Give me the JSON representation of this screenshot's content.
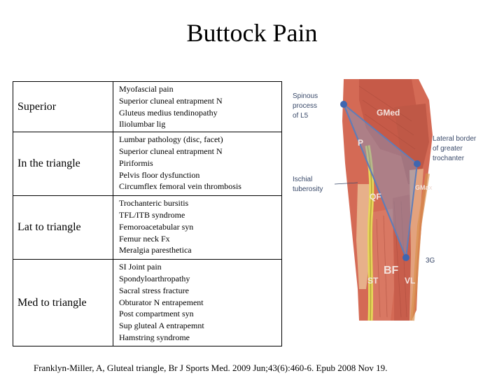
{
  "title": "Buttock Pain",
  "rows": [
    {
      "region": "Superior",
      "conditions": [
        "Myofascial pain",
        "Superior cluneal entrapment N",
        "Gluteus medius tendinopathy",
        "Iliolumbar lig"
      ]
    },
    {
      "region": "In the triangle",
      "conditions": [
        "Lumbar pathology (disc, facet)",
        "Superior cluneal entrapment N",
        "Piriformis",
        "Pelvis floor dysfunction",
        "Circumflex femoral vein thrombosis"
      ]
    },
    {
      "region": "Lat to triangle",
      "conditions": [
        "Trochanteric bursitis",
        "TFL/ITB syndrome",
        "Femoroacetabular syn",
        "Femur neck Fx",
        "Meralgia paresthetica"
      ]
    },
    {
      "region": "Med to triangle",
      "conditions": [
        "SI Joint pain",
        "Spondyloarthropathy",
        "Sacral stress fracture",
        "Obturator N entrapement",
        "Post compartment syn",
        "Sup gluteal A entrapemnt",
        "Hamstring syndrome"
      ]
    }
  ],
  "figure": {
    "labels": {
      "spinous": [
        "Spinous",
        "process",
        "of L5"
      ],
      "ischial": [
        "Ischial",
        "tuberosity"
      ],
      "lateral": [
        "Lateral border",
        "of greater",
        "trochanter"
      ],
      "g3": "3G"
    },
    "muscles": {
      "gmed": "GMed",
      "p": "P",
      "qf": "QF",
      "st": "ST",
      "bf": "BF",
      "vl": "VL",
      "im": "GMax"
    }
  },
  "citation": "Franklyn-Miller, A, Gluteal triangle, Br J Sports Med. 2009 Jun;43(6):460-6. Epub 2008 Nov 19."
}
